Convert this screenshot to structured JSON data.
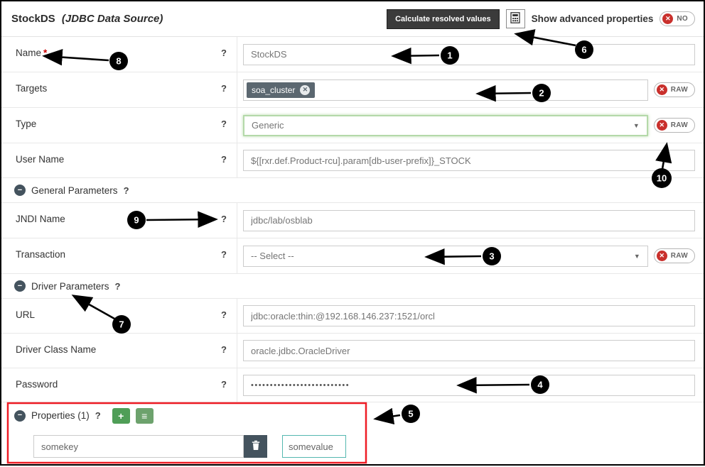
{
  "header": {
    "title": "StockDS",
    "subtitle": "(JDBC Data Source)"
  },
  "toolbar": {
    "calculate_label": "Calculate resolved values",
    "advanced_label": "Show advanced properties",
    "advanced_value": "NO"
  },
  "help_glyph": "?",
  "raw_label": "RAW",
  "required_marker": "*",
  "icons": {
    "red_x": "✕",
    "chip_close": "✕",
    "caret": "▼",
    "minus": "−",
    "plus": "+",
    "list": "≡"
  },
  "form": {
    "name": {
      "label": "Name",
      "value": "StockDS"
    },
    "targets": {
      "label": "Targets",
      "chip": "soa_cluster"
    },
    "type": {
      "label": "Type",
      "value": "Generic"
    },
    "user_name": {
      "label": "User Name",
      "value": "${[rxr.def.Product-rcu].param[db-user-prefix]}_STOCK"
    },
    "general_section": "General Parameters",
    "jndi_name": {
      "label": "JNDI Name",
      "value": "jdbc/lab/osblab"
    },
    "transaction": {
      "label": "Transaction",
      "value": "-- Select --"
    },
    "driver_section": "Driver Parameters",
    "url": {
      "label": "URL",
      "value": "jdbc:oracle:thin:@192.168.146.237:1521/orcl"
    },
    "driver_class": {
      "label": "Driver Class Name",
      "value": "oracle.jdbc.OracleDriver"
    },
    "password": {
      "label": "Password",
      "value": "••••••••••••••••••••••••••"
    },
    "properties_section": "Properties (1)",
    "property_row": {
      "key": "somekey",
      "value": "somevalue"
    }
  },
  "annotations": {
    "badges": [
      "1",
      "2",
      "3",
      "4",
      "5",
      "6",
      "7",
      "8",
      "9",
      "10"
    ]
  },
  "colors": {
    "chip_bg": "#5b6770",
    "raw_x_red": "#c9302c",
    "section_icon": "#44535e",
    "add_button_green": "#4f9e57",
    "type_highlight_green": "#b4d9a9",
    "focus_teal": "#55b8b0",
    "annotation_red": "#ee1c25",
    "calculate_bg": "#3b3b3b"
  }
}
